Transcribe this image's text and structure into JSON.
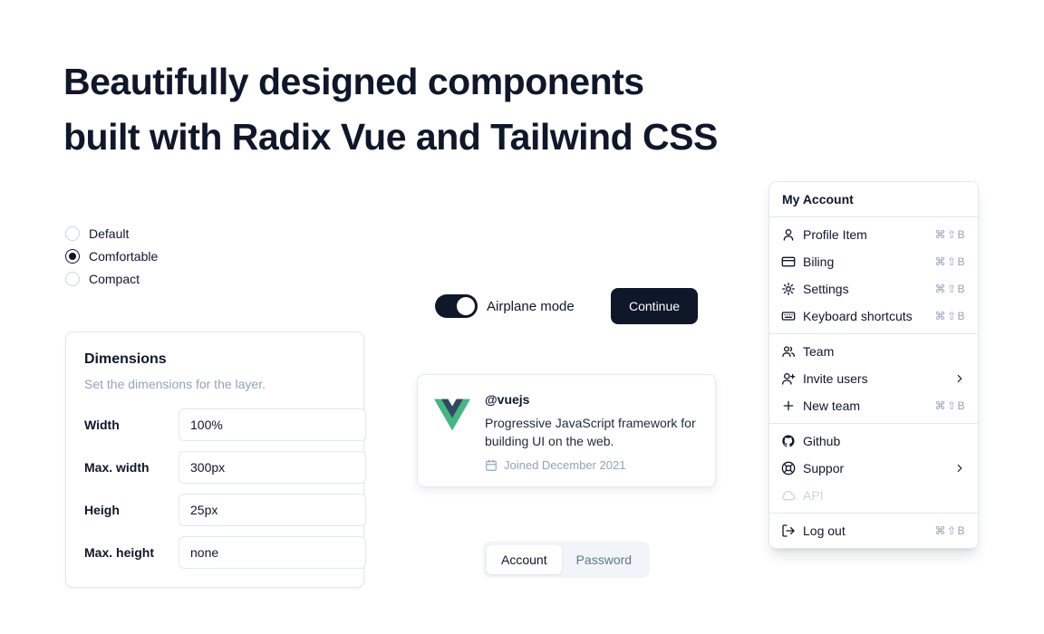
{
  "heading": {
    "line1": "Beautifully designed components",
    "line2": "built with Radix Vue and Tailwind CSS"
  },
  "radio_group": {
    "options": [
      {
        "label": "Default",
        "selected": false
      },
      {
        "label": "Comfortable",
        "selected": true
      },
      {
        "label": "Compact",
        "selected": false
      }
    ]
  },
  "switch": {
    "label": "Airplane mode",
    "state": "on"
  },
  "buttons": {
    "continue": "Continue"
  },
  "dimensions": {
    "title": "Dimensions",
    "subtitle": "Set the dimensions for the layer.",
    "fields": [
      {
        "label": "Width",
        "value": "100%"
      },
      {
        "label": "Max. width",
        "value": "300px"
      },
      {
        "label": "Heigh",
        "value": "25px"
      },
      {
        "label": "Max. height",
        "value": "none"
      }
    ]
  },
  "hover_card": {
    "username": "@vuejs",
    "description": "Progressive JavaScript framework for building UI on the web.",
    "joined": "Joined December 2021",
    "logo": "vue-logo"
  },
  "tabs": {
    "items": [
      {
        "label": "Account",
        "active": true
      },
      {
        "label": "Password",
        "active": false
      }
    ]
  },
  "menu": {
    "header": "My Account",
    "groups": [
      {
        "items": [
          {
            "label": "Profile Item",
            "icon": "user-icon",
            "shortcut": "⌘⇧B"
          },
          {
            "label": "Biling",
            "icon": "credit-card-icon",
            "shortcut": "⌘⇧B"
          },
          {
            "label": "Settings",
            "icon": "gear-icon",
            "shortcut": "⌘⇧B"
          },
          {
            "label": "Keyboard shortcuts",
            "icon": "keyboard-icon",
            "shortcut": "⌘⇧B"
          }
        ]
      },
      {
        "items": [
          {
            "label": "Team",
            "icon": "users-icon"
          },
          {
            "label": "Invite users",
            "icon": "user-plus-icon",
            "submenu": true
          },
          {
            "label": "New team",
            "icon": "plus-icon",
            "shortcut": "⌘⇧B"
          }
        ]
      },
      {
        "items": [
          {
            "label": "Github",
            "icon": "github-icon"
          },
          {
            "label": "Suppor",
            "icon": "lifebuoy-icon",
            "submenu": true
          },
          {
            "label": "API",
            "icon": "cloud-icon",
            "disabled": true
          }
        ]
      },
      {
        "items": [
          {
            "label": "Log out",
            "icon": "logout-icon",
            "shortcut": "⌘⇧B"
          }
        ]
      }
    ]
  },
  "colors": {
    "primary": "#0f172a",
    "border": "#e2e8f0",
    "muted_text": "#94a3b8",
    "tab_bg": "#f1f5f9",
    "vue_green": "#41b883",
    "vue_dark": "#34495e"
  }
}
